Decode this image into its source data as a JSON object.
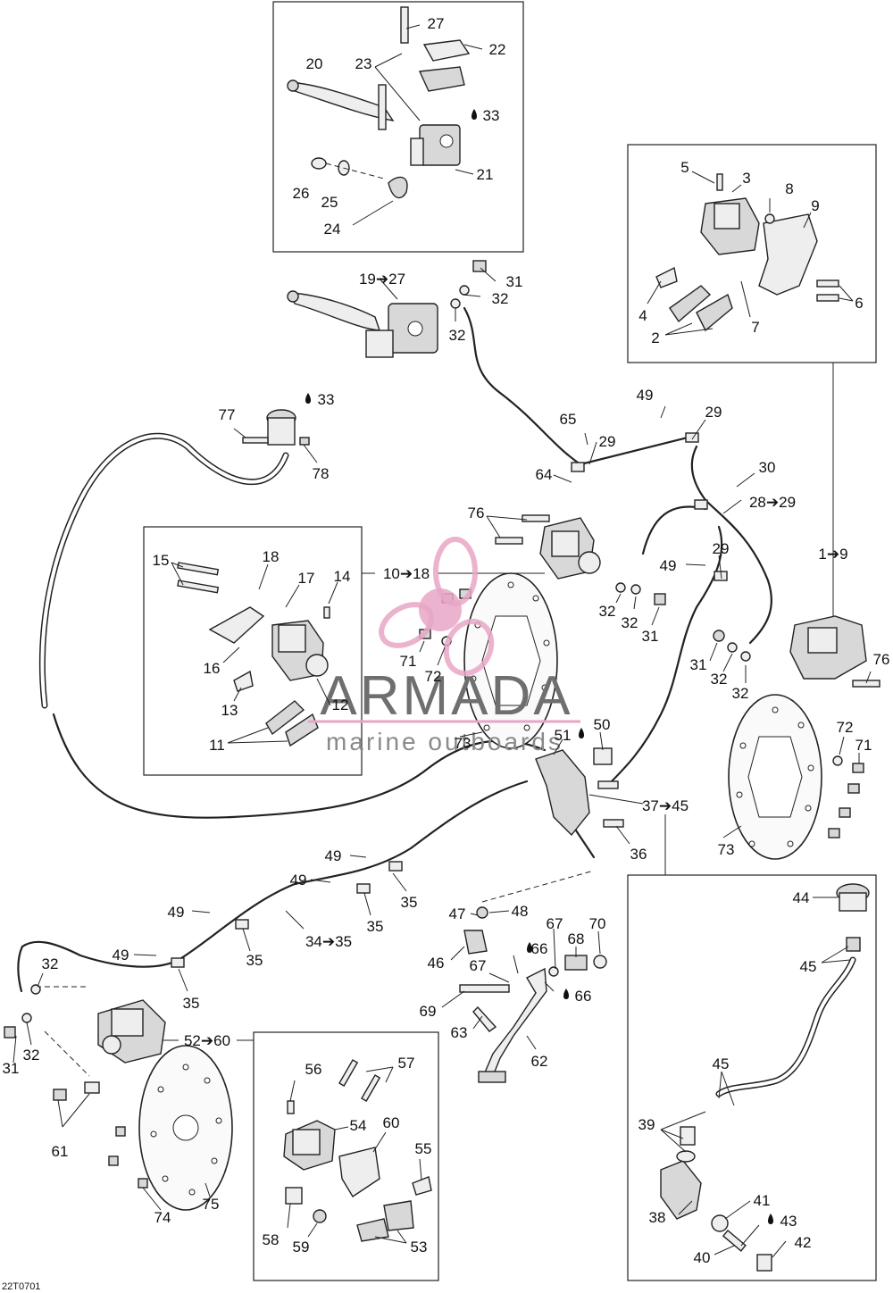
{
  "diagram": {
    "code": "22T0701",
    "watermark": {
      "brand": "ARMADA",
      "tagline": "marine outboards",
      "accent": "#e7a6c6"
    },
    "labels": {
      "l20": "20",
      "l23": "23",
      "l27": "27",
      "l22": "22",
      "l33a": "33",
      "l21": "21",
      "l26": "26",
      "l25": "25",
      "l24": "24",
      "l19_27": "19➔27",
      "l31a": "31",
      "l32a": "32",
      "l32b": "32",
      "l5": "5",
      "l3": "3",
      "l8": "8",
      "l9": "9",
      "l4": "4",
      "l6": "6",
      "l2": "2",
      "l7": "7",
      "l77": "77",
      "l33b": "33",
      "l78": "78",
      "l49a": "49",
      "l65": "65",
      "l29a": "29",
      "l29b": "29",
      "l30": "30",
      "l64": "64",
      "l28_29": "28➔29",
      "l76a": "76",
      "l15": "15",
      "l18": "18",
      "l17": "17",
      "l14": "14",
      "l10_18": "10➔18",
      "l49b": "49",
      "l29c": "29",
      "l1_9": "1➔9",
      "l16": "16",
      "l32c": "32",
      "l32d": "32",
      "l31b": "31",
      "l71a": "71",
      "l72a": "72",
      "l31c": "31",
      "l32e": "32",
      "l32f": "32",
      "l76b": "76",
      "l13": "13",
      "l12": "12",
      "l11": "11",
      "l73a": "73",
      "l51": "51",
      "l50": "50",
      "l72b": "72",
      "l71b": "71",
      "l37_45": "37➔45",
      "l36": "36",
      "l73b": "73",
      "l49c": "49",
      "l49d": "49",
      "l35a": "35",
      "l35b": "35",
      "l49e": "49",
      "l34_35": "34➔35",
      "l47": "47",
      "l48": "48",
      "l67a": "67",
      "l70": "70",
      "l68": "68",
      "l44": "44",
      "l35c": "35",
      "l49f": "49",
      "l46": "46",
      "l66a": "66",
      "l67b": "67",
      "l32g": "32",
      "l45a": "45",
      "l35d": "35",
      "l69": "69",
      "l66b": "66",
      "l63": "63",
      "l31d": "31",
      "l32h": "32",
      "l52_60": "52➔60",
      "l62": "62",
      "l56": "56",
      "l57": "57",
      "l45b": "45",
      "l54": "54",
      "l60": "60",
      "l39": "39",
      "l61": "61",
      "l55": "55",
      "l75": "75",
      "l74": "74",
      "l58": "58",
      "l59": "59",
      "l53": "53",
      "l38": "38",
      "l41": "41",
      "l43": "43",
      "l42": "42",
      "l40": "40"
    }
  }
}
